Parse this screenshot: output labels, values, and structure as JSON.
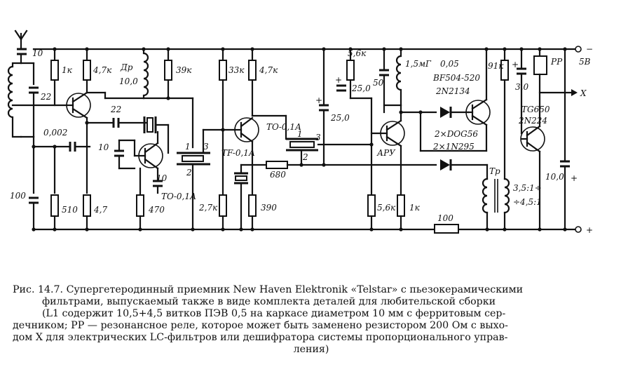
{
  "diagram": {
    "labels": {
      "ant_cap": "10",
      "c22_left": "22",
      "c0002": "0,002",
      "c100_left": "100",
      "r1k_top": "1к",
      "r47k_top1": "4,7к",
      "dr_name": "Др",
      "dr_val": "10,0",
      "c22_mid": "22",
      "c10_mid": "10",
      "c10_low": "10",
      "r39k": "39к",
      "r33k": "33к",
      "r47k_top2": "4,7к",
      "to01a_low": "ТО-0,1А",
      "to01a_up": "ТО-0,1А",
      "tf01a": "ТF-0,1А",
      "f1_p1": "1",
      "f1_p2": "2",
      "f1_p3": "3",
      "f2_p1": "1",
      "f2_p2": "2",
      "f2_p3": "3",
      "r510": "510",
      "r4_7": "4,7",
      "r470": "470",
      "r27k": "2,7к",
      "r390": "390",
      "r680": "680",
      "c25_a": "25,0",
      "c25_b": "25,0",
      "r56k_top": "5,6к",
      "c50": "50",
      "l15": "1,5мГ",
      "c005": "0,05",
      "tr_bf": "BF504-520",
      "tr_2n2134": "2N2134",
      "d_doc": "2×DOG56",
      "d_1n": "2×1N295",
      "agc": "АРУ",
      "r91k": "91к",
      "c3_0": "3,0",
      "pp": "РР",
      "out_x": "X",
      "minus": "−",
      "v5": "5В",
      "plus": "+",
      "tg650": "ТG650",
      "n2n224": "2N224",
      "tr_label": "Тр",
      "ratio1": "3,5:1÷",
      "ratio2": "÷4,5:1",
      "c10_0": "10,0",
      "c10_0_plus": "+",
      "r56k_bot": "5,6к",
      "r1k_bot": "1к",
      "r100": "100"
    }
  },
  "caption": {
    "line1": "Рис. 14.7. Супергетеродинный приемник New Haven Elektronik «Telstar» с пьезокерамическими",
    "line2": "фильтрами, выпускаемый также в виде комплекта деталей для любительской сборки",
    "line3": "(L1 содержит 10,5+4,5 витков ПЭВ 0,5 на каркасе диаметром 10 мм с ферритовым сер-",
    "line4": "дечником; РР — резонансное реле, которое может быть заменено резистором 200 Ом с выхо-",
    "line5": "дом X для электрических LC-фильтров или дешифратора системы пропорционального управ-",
    "line6": "ления)"
  }
}
